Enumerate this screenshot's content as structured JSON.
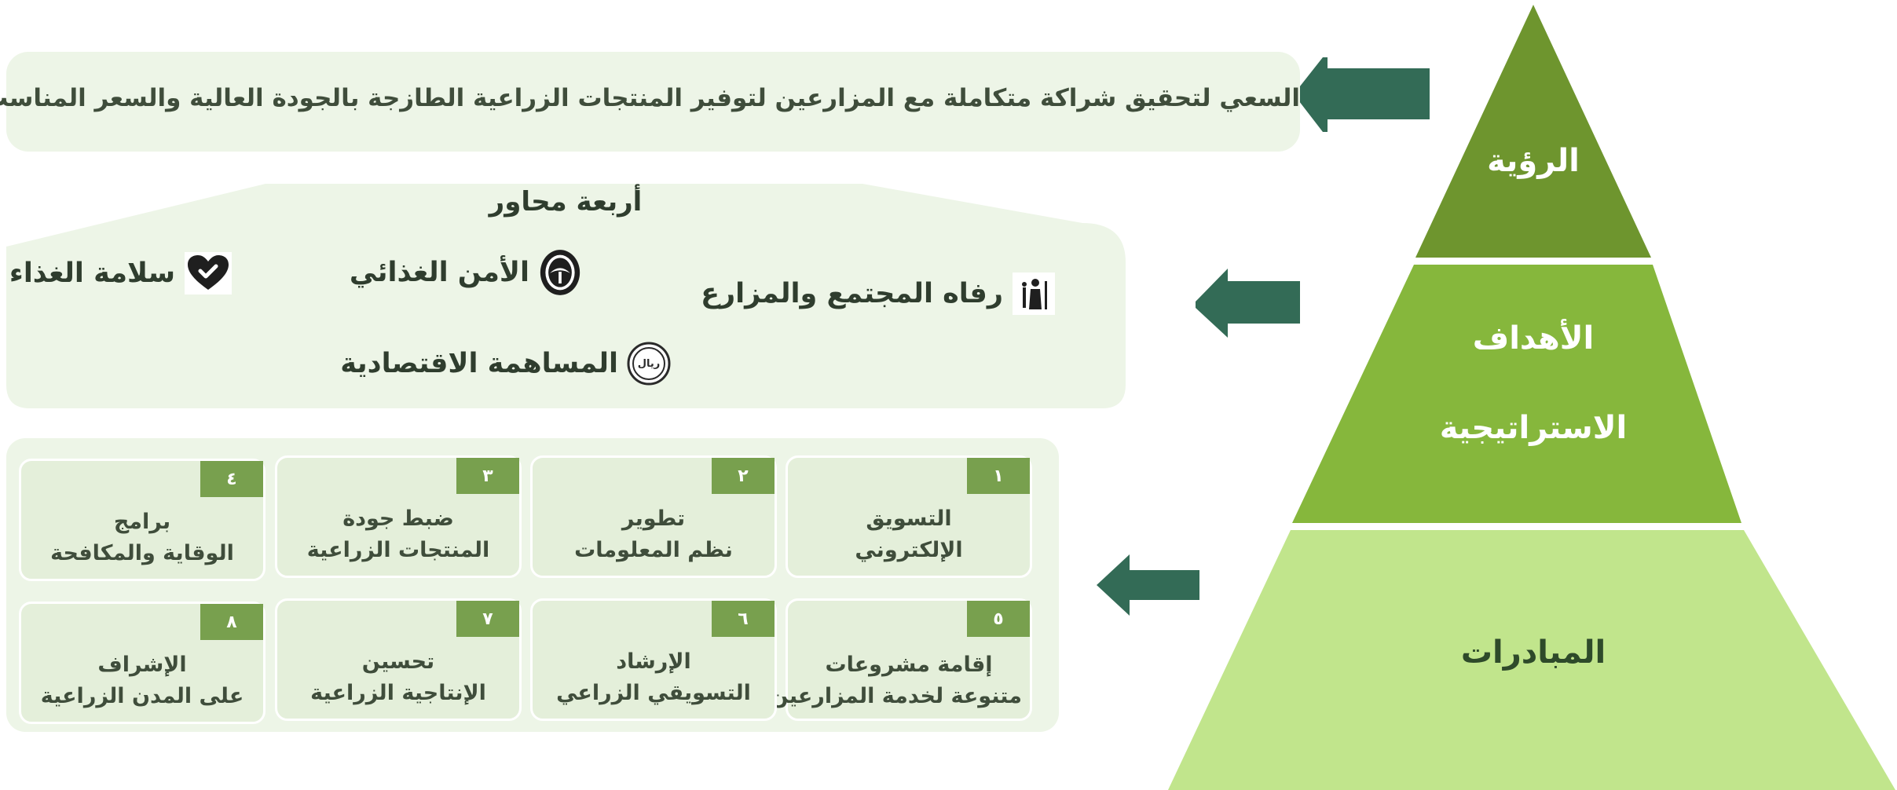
{
  "vision": {
    "text": "السعي لتحقيق شراكة متكاملة مع المزارعين لتوفير المنتجات الزراعية الطازجة بالجودة العالية والسعر المناسب"
  },
  "pillars": {
    "title": "أربعة محاور",
    "items": [
      {
        "label": "رفاه المجتمع والمزارع",
        "icon": "family-icon"
      },
      {
        "label": "الأمن الغذائي",
        "icon": "food-security-icon"
      },
      {
        "label": "سلامة الغذاء",
        "icon": "heart-check-icon"
      },
      {
        "label": "المساهمة الاقتصادية",
        "icon": "riyal-coin-icon"
      }
    ],
    "coin_text": "ريال"
  },
  "initiatives": [
    {
      "num": "١",
      "line1": "التسويق",
      "line2": "الإلكتروني"
    },
    {
      "num": "٢",
      "line1": "تطوير",
      "line2": "نظم المعلومات"
    },
    {
      "num": "٣",
      "line1": "ضبط جودة",
      "line2": "المنتجات الزراعية"
    },
    {
      "num": "٤",
      "line1": "برامج",
      "line2": "الوقاية والمكافحة"
    },
    {
      "num": "٥",
      "line1": "إقامة مشروعات",
      "line2": "متنوعة لخدمة المزارعين"
    },
    {
      "num": "٦",
      "line1": "الإرشاد",
      "line2": "التسويقي الزراعي"
    },
    {
      "num": "٧",
      "line1": "تحسين",
      "line2": "الإنتاجية الزراعية"
    },
    {
      "num": "٨",
      "line1": "الإشراف",
      "line2": "على المدن الزراعية"
    }
  ],
  "pyramid": {
    "vision_label": "الرؤية",
    "goals_label_line1": "الأهداف",
    "goals_label_line2": "الاستراتيجية",
    "initiatives_label": "المبادرات",
    "colors": {
      "top": "#6e952e",
      "middle": "#86b73c",
      "bottom": "#c1e58c",
      "arrow": "#336b56"
    }
  }
}
